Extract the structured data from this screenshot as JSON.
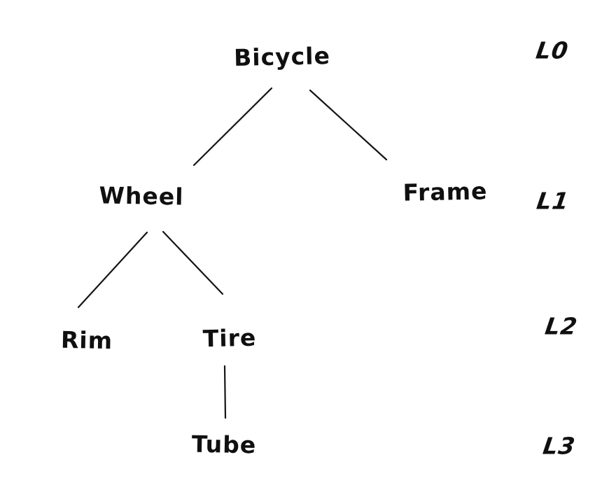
{
  "diagram": {
    "type": "tree",
    "style": "hand-drawn-sketch",
    "colors": {
      "ink": "#141414",
      "background": "#ffffff"
    },
    "nodes": [
      {
        "id": "bicycle",
        "label": "Bicycle",
        "level": "L0"
      },
      {
        "id": "wheel",
        "label": "Wheel",
        "level": "L1"
      },
      {
        "id": "frame",
        "label": "Frame",
        "level": "L1"
      },
      {
        "id": "rim",
        "label": "Rim",
        "level": "L2"
      },
      {
        "id": "tire",
        "label": "Tire",
        "level": "L2"
      },
      {
        "id": "tube",
        "label": "Tube",
        "level": "L3"
      }
    ],
    "edges": [
      {
        "from": "Bicycle",
        "to": "Wheel"
      },
      {
        "from": "Bicycle",
        "to": "Frame"
      },
      {
        "from": "Wheel",
        "to": "Rim"
      },
      {
        "from": "Wheel",
        "to": "Tire"
      },
      {
        "from": "Tire",
        "to": "Tube"
      }
    ],
    "level_labels": [
      {
        "label": "L0"
      },
      {
        "label": "L1"
      },
      {
        "label": "L2"
      },
      {
        "label": "L3"
      }
    ]
  }
}
